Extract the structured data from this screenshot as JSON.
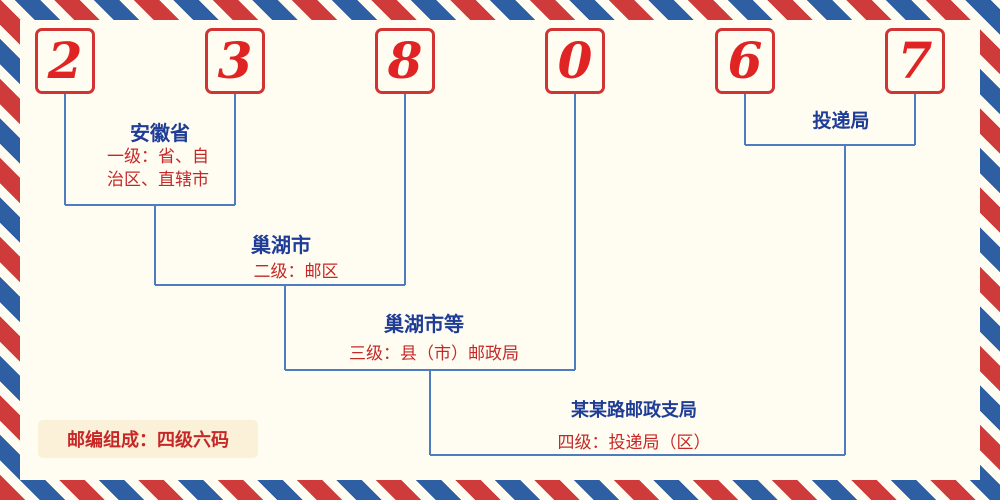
{
  "postal_code": {
    "digits": [
      "2",
      "3",
      "8",
      "0",
      "6",
      "7"
    ]
  },
  "labels": {
    "level1_region": "安徽省",
    "level1_desc": "一级：省、自治区、直辖市",
    "level2_region": "巢湖市",
    "level2_desc": "二级：邮区",
    "level3_region": "巢湖市等",
    "level3_desc": "三级：县（市）邮政局",
    "level4_region": "某某路邮政支局",
    "level4_desc": "四级：投递局（区）",
    "delivery_office": "投递局"
  },
  "badge": {
    "text": "邮编组成：四级六码"
  },
  "colors": {
    "digit_red": "#e02424",
    "box_border_red": "#d23434",
    "label_blue": "#1f3d96",
    "annotation_red": "#c62828",
    "connector_blue": "#4d7dbf",
    "badge_background": "#faf1d8",
    "canvas_background": "#fffdf2",
    "stripe_red": "#cf3a3a",
    "stripe_blue": "#2e5fa3"
  }
}
